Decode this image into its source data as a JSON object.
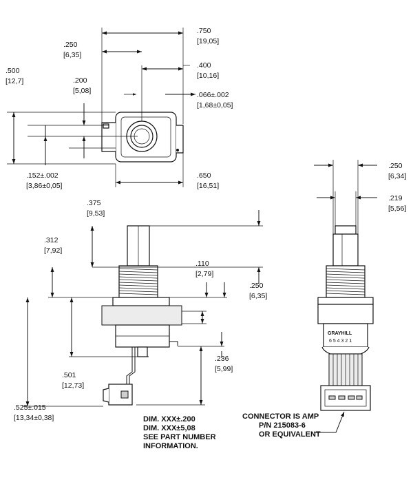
{
  "top_view": {
    "d1": ".750",
    "d1m": "[19,05]",
    "d2": ".250",
    "d2m": "[6,35]",
    "d3": ".400",
    "d3m": "[10,16]",
    "d4": ".500",
    "d4m": "[12,7]",
    "d5": ".200",
    "d5m": "[5,08]",
    "d6": ".066±.002",
    "d6m": "[1,68±0,05]",
    "d7": ".152±.002",
    "d7m": "[3,86±0,05]",
    "d8": ".650",
    "d8m": "[16,51]"
  },
  "side_view": {
    "d1": ".375",
    "d1m": "[9,53]",
    "d2": ".312",
    "d2m": "[7,92]",
    "d3": ".110",
    "d3m": "[2,79]",
    "d4": ".250",
    "d4m": "[6,35]",
    "d5": ".236",
    "d5m": "[5,99]",
    "d6": ".501",
    "d6m": "[12,73]",
    "d7": ".525±.015",
    "d7m": "[13,34±0,38]",
    "note": [
      "DIM. XXX±.200",
      "DIM. XXX±5,08",
      "SEE PART NUMBER",
      "INFORMATION."
    ]
  },
  "front_view": {
    "d1": ".250",
    "d1m": "[6,34]",
    "d2": ".219",
    "d2m": "[5,56]",
    "brand": "GRAYHILL",
    "pins": "6 5 4 3 2 1",
    "note": [
      "CONNECTOR IS AMP",
      "P/N 215083-6",
      "OR EQUIVALENT"
    ]
  }
}
